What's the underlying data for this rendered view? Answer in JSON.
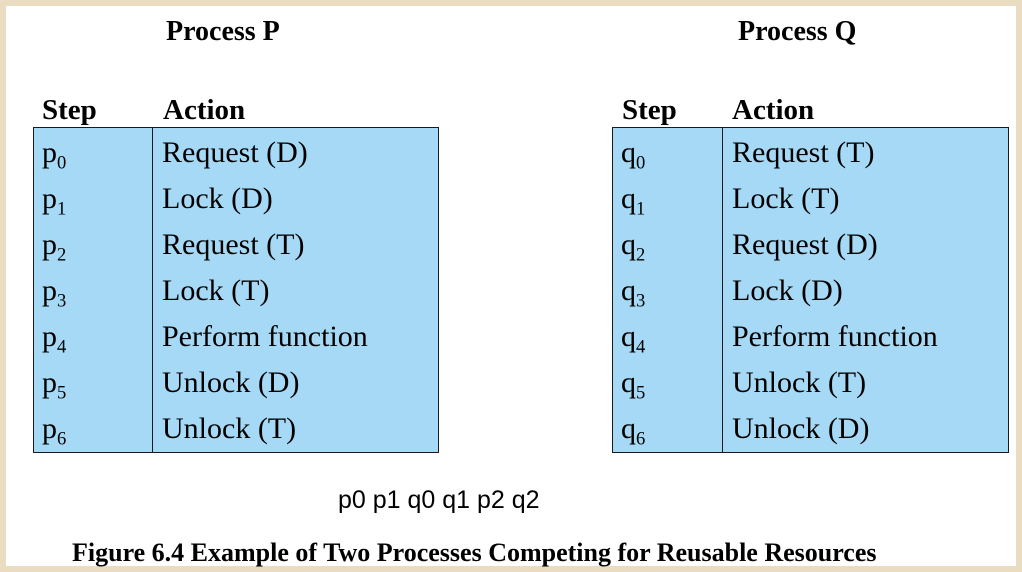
{
  "process_p": {
    "title": "Process P",
    "step_header": "Step",
    "action_header": "Action",
    "rows": [
      {
        "step": "p",
        "sub": "0",
        "action": "Request (D)"
      },
      {
        "step": "p",
        "sub": "1",
        "action": "Lock (D)"
      },
      {
        "step": "p",
        "sub": "2",
        "action": "Request (T)"
      },
      {
        "step": "p",
        "sub": "3",
        "action": "Lock (T)"
      },
      {
        "step": "p",
        "sub": "4",
        "action": "Perform function"
      },
      {
        "step": "p",
        "sub": "5",
        "action": "Unlock (D)"
      },
      {
        "step": "p",
        "sub": "6",
        "action": "Unlock (T)"
      }
    ]
  },
  "process_q": {
    "title": "Process Q",
    "step_header": "Step",
    "action_header": "Action",
    "rows": [
      {
        "step": "q",
        "sub": "0",
        "action": "Request (T)"
      },
      {
        "step": "q",
        "sub": "1",
        "action": "Lock (T)"
      },
      {
        "step": "q",
        "sub": "2",
        "action": "Request (D)"
      },
      {
        "step": "q",
        "sub": "3",
        "action": "Lock (D)"
      },
      {
        "step": "q",
        "sub": "4",
        "action": "Perform function"
      },
      {
        "step": "q",
        "sub": "5",
        "action": "Unlock (T)"
      },
      {
        "step": "q",
        "sub": "6",
        "action": "Unlock (D)"
      }
    ]
  },
  "sequence_note": "p0 p1 q0 q1 p2 q2",
  "caption": "Figure 6.4  Example of Two Processes Competing for Reusable Resources",
  "colors": {
    "table_fill": "#a6d9f5",
    "border": "#1a1a1a",
    "frame": "#eadcc0"
  }
}
